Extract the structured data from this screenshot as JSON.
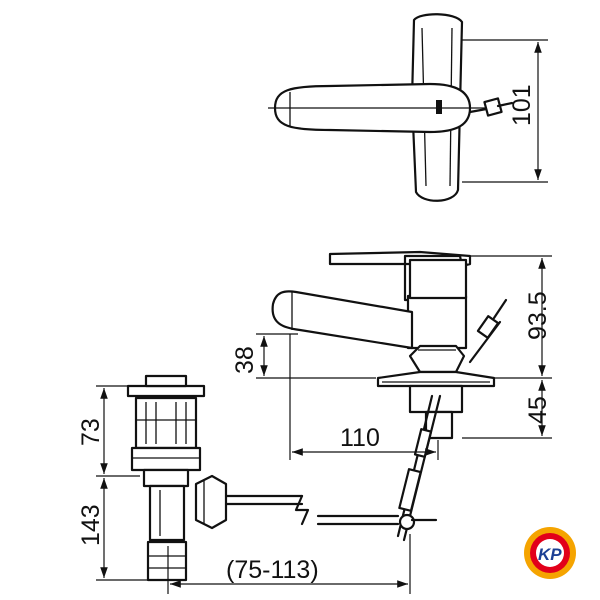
{
  "dimensions": {
    "top_view_height": "101",
    "body_height": "93.5",
    "base_height": "45",
    "spout_drop": "38",
    "spout_reach": "110",
    "drain_upper": "73",
    "drain_lower": "143",
    "rod_range": "(75-113)"
  },
  "logo": {
    "text": "KP",
    "colors": {
      "outer": "#f5a400",
      "inner": "#e2001a",
      "text": "#1c3f94"
    }
  }
}
